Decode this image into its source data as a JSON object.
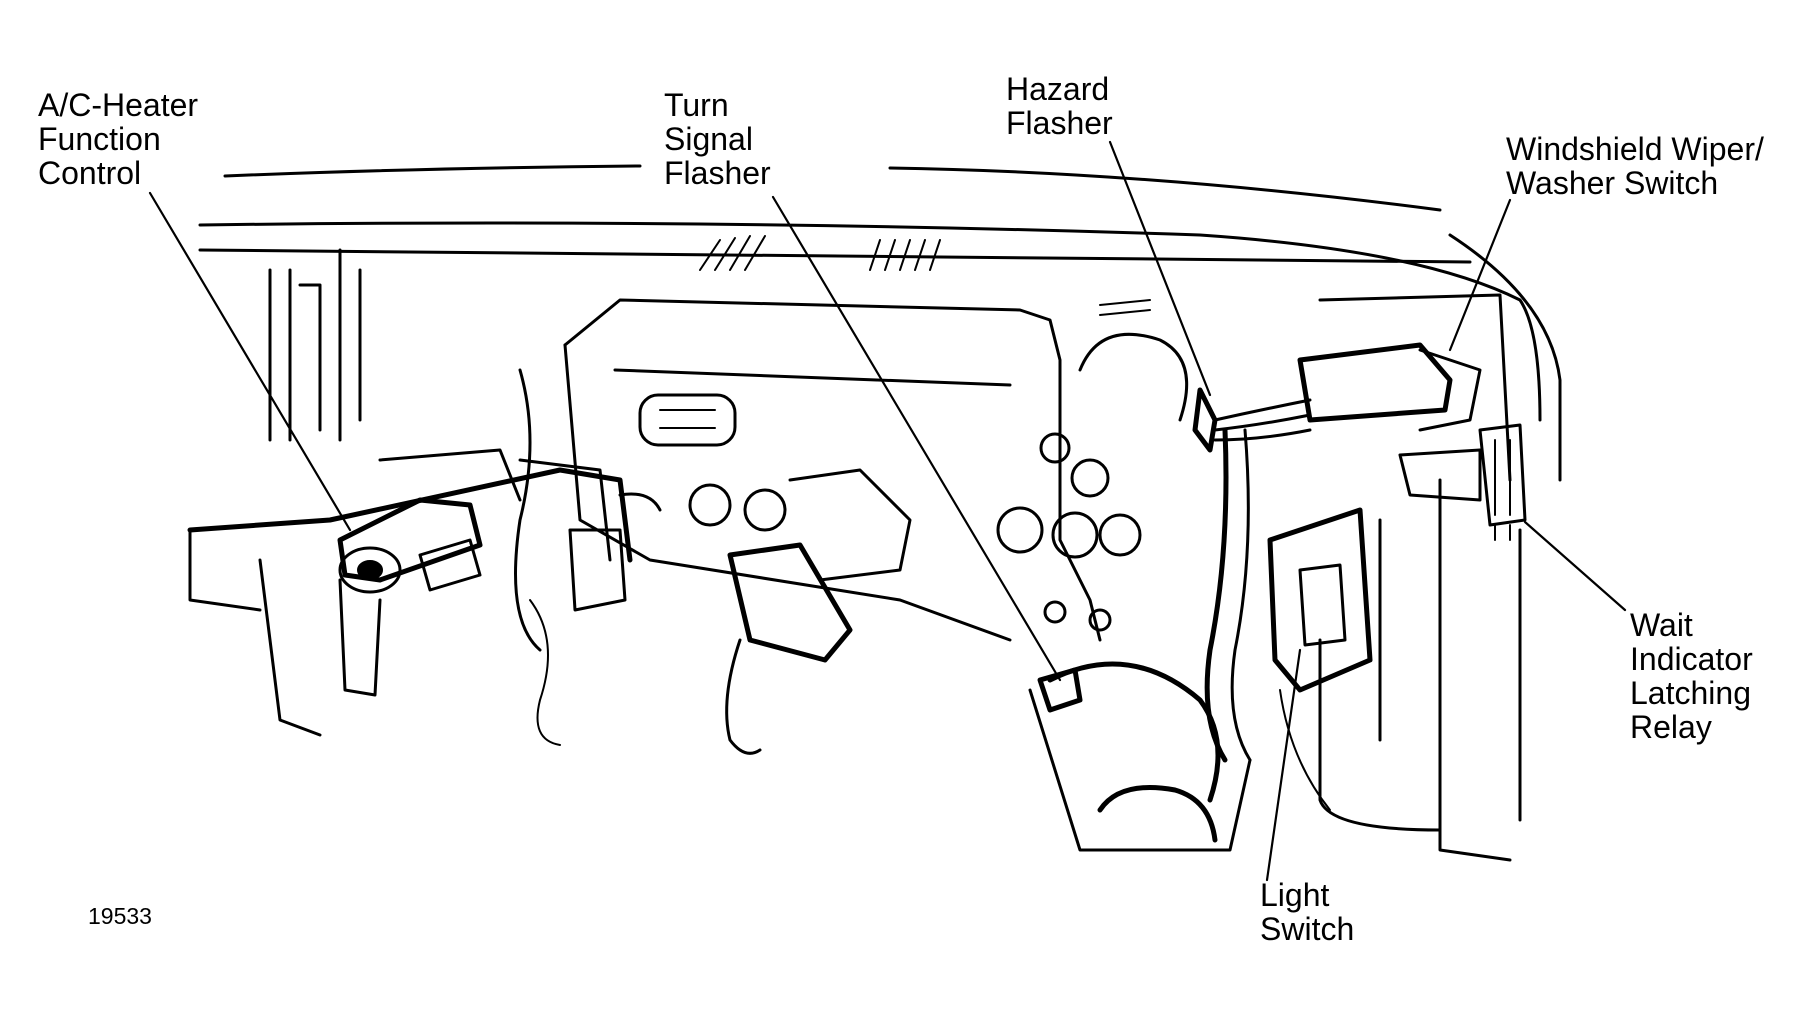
{
  "figure": {
    "number": "19533",
    "ink_color": "#000000",
    "background": "#ffffff"
  },
  "callouts": {
    "ac_heater": [
      "A/C-Heater",
      "Function",
      "Control"
    ],
    "turn_signal": [
      "Turn",
      "Signal",
      "Flasher"
    ],
    "hazard": [
      "Hazard",
      "Flasher"
    ],
    "wiper": [
      "Windshield Wiper/",
      "Washer Switch"
    ],
    "wait_relay": [
      "Wait",
      "Indicator",
      "Latching",
      "Relay"
    ],
    "light_switch": [
      "Light",
      "Switch"
    ]
  }
}
